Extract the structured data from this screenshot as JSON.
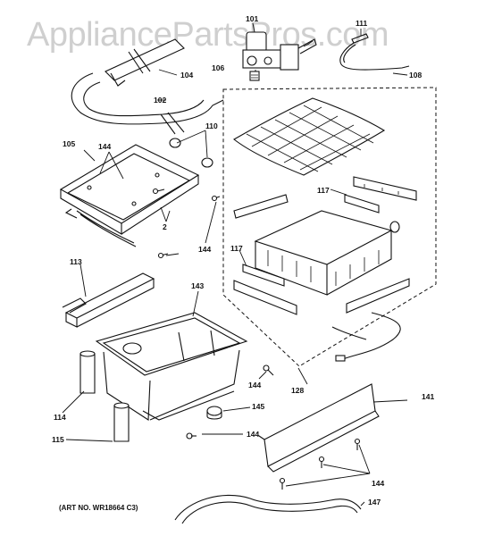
{
  "watermark": "AppliancePartsPros.com",
  "art_number": "(ART NO. WR18664 C3)",
  "labels": {
    "l101": "101",
    "l111": "111",
    "l104": "104",
    "l106": "106",
    "l108": "108",
    "l102": "102",
    "l110": "110",
    "l105": "105",
    "l144a": "144",
    "l117a": "117",
    "l2": "2",
    "l144b": "144",
    "l117b": "117",
    "l113": "113",
    "l143": "143",
    "l144c": "144",
    "l145": "145",
    "l128": "128",
    "l141": "141",
    "l114": "114",
    "l115": "115",
    "l144d": "144",
    "l144e": "144",
    "l147": "147"
  }
}
